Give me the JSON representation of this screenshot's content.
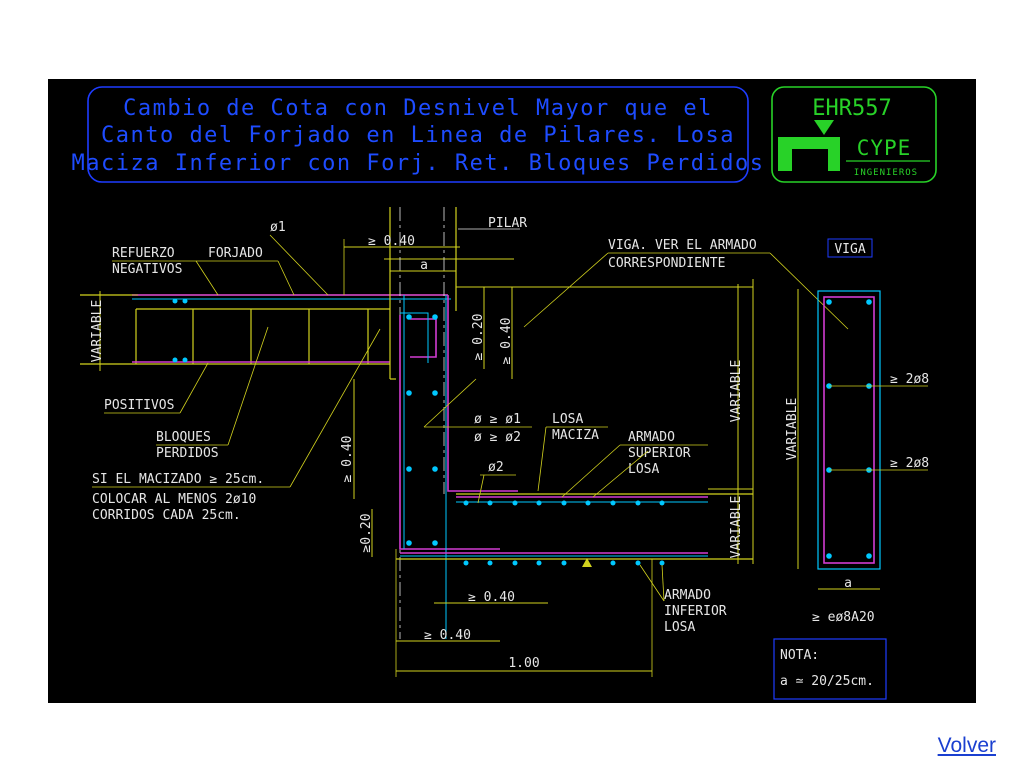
{
  "title_lines": [
    "Cambio de Cota con Desnivel Mayor que el",
    "Canto del Forjado en Linea de Pilares. Losa",
    "Maciza Inferior con Forj. Ret. Bloques Perdidos"
  ],
  "logo": {
    "code": "EHR557",
    "brand": "CYPE",
    "sub": "INGENIEROS"
  },
  "labels": {
    "phi1_top": "ø1",
    "pilar": "PILAR",
    "refuerzo": "REFUERZO",
    "negativos": "NEGATIVOS",
    "forjado": "FORJADO",
    "viga_ver_1": "VIGA. VER EL ARMADO",
    "viga_ver_2": "CORRESPONDIENTE",
    "viga_box": "VIGA",
    "dim_040_top": "≥ 0.40",
    "a_top": "a",
    "dim_020_v": "≥ 0.20",
    "dim_040_v": "≥ 0.40",
    "variable_left": "VARIABLE",
    "variable_mid": "VARIABLE",
    "variable_low": "VARIABLE",
    "variable_section": "VARIABLE",
    "positivos": "POSITIVOS",
    "bloques_1": "BLOQUES",
    "bloques_2": "PERDIDOS",
    "phi_ge_1": "ø ≥ ø1",
    "phi_ge_2": "ø ≥ ø2",
    "losa_1": "LOSA",
    "losa_2": "MACIZA",
    "armado_sup_1": "ARMADO",
    "armado_sup_2": "SUPERIOR",
    "armado_sup_3": "LOSA",
    "phi2": "ø2",
    "si_macizado": "SI EL MACIZADO ≥ 25cm.",
    "colocar_1": "COLOCAR AL MENOS 2ø10",
    "colocar_2": "CORRIDOS CADA 25cm.",
    "dim_040_left_v": "≥ 0.40",
    "dim_020_left_v": "≥0.20",
    "dim_040_bottom": "≥ 0.40",
    "dim_040_bottom2": "≥ 0.40",
    "dim_100": "1.00",
    "armado_inf_1": "ARMADO",
    "armado_inf_2": "INFERIOR",
    "armado_inf_3": "LOSA",
    "rebar_2phi8_a": "≥ 2ø8",
    "rebar_2phi8_b": "≥ 2ø8",
    "a_section": "a",
    "estribos": "≥ eø8A20",
    "nota_1": "NOTA:",
    "nota_2": "a ≃ 20/25cm."
  },
  "colors": {
    "cyan": "#00c8ff",
    "magenta": "#d23cd2",
    "yellow": "#d2d21e",
    "white": "#e6e6e6",
    "blue": "#1e3cff",
    "green": "#28d228"
  },
  "link": {
    "volver": "Volver"
  }
}
